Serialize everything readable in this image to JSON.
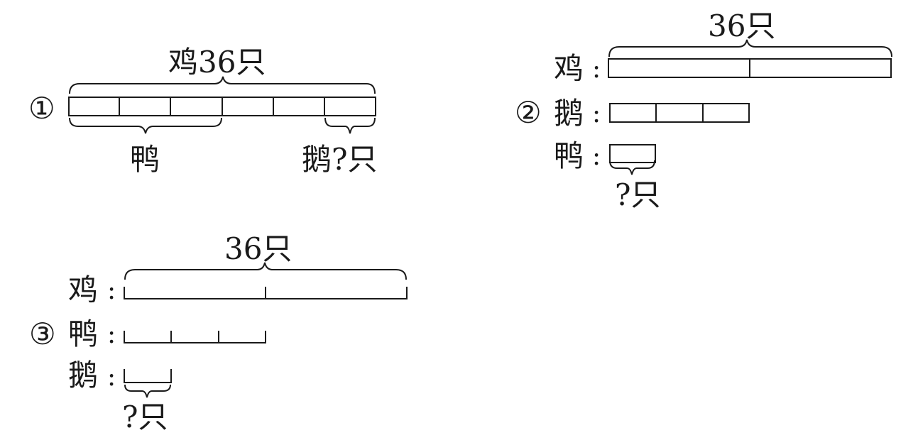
{
  "diagram1": {
    "number": "①",
    "top_label": "鸡36只",
    "bottom_left_label": "鸭",
    "bottom_right_label": "鹅?只"
  },
  "diagram2": {
    "number": "②",
    "total_label": "36只",
    "row1_label": "鸡",
    "row2_label": "鹅",
    "row3_label": "鸭",
    "colon": ":",
    "question_label": "?只"
  },
  "diagram3": {
    "number": "③",
    "total_label": "36只",
    "row1_label": "鸡",
    "row2_label": "鸭",
    "row3_label": "鹅",
    "colon": ":",
    "question_label": "?只"
  }
}
